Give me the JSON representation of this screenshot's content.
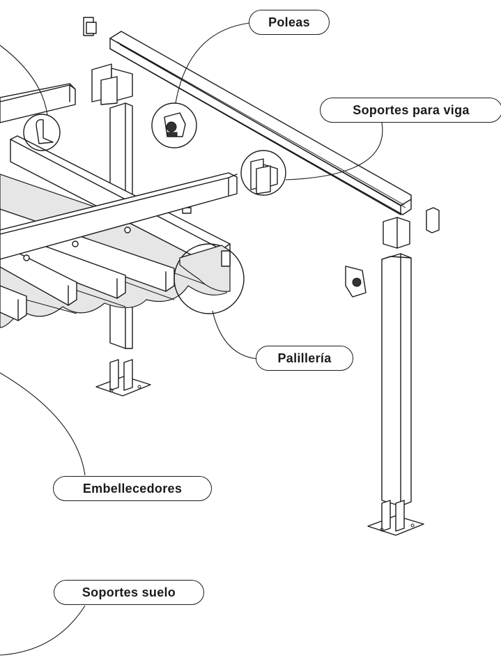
{
  "labels": {
    "poleas": "Poleas",
    "soportes_viga": "Soportes para viga",
    "palilleria": "Palillería",
    "embellecedores": "Embellecedores",
    "soportes_suelo": "Soportes suelo"
  }
}
